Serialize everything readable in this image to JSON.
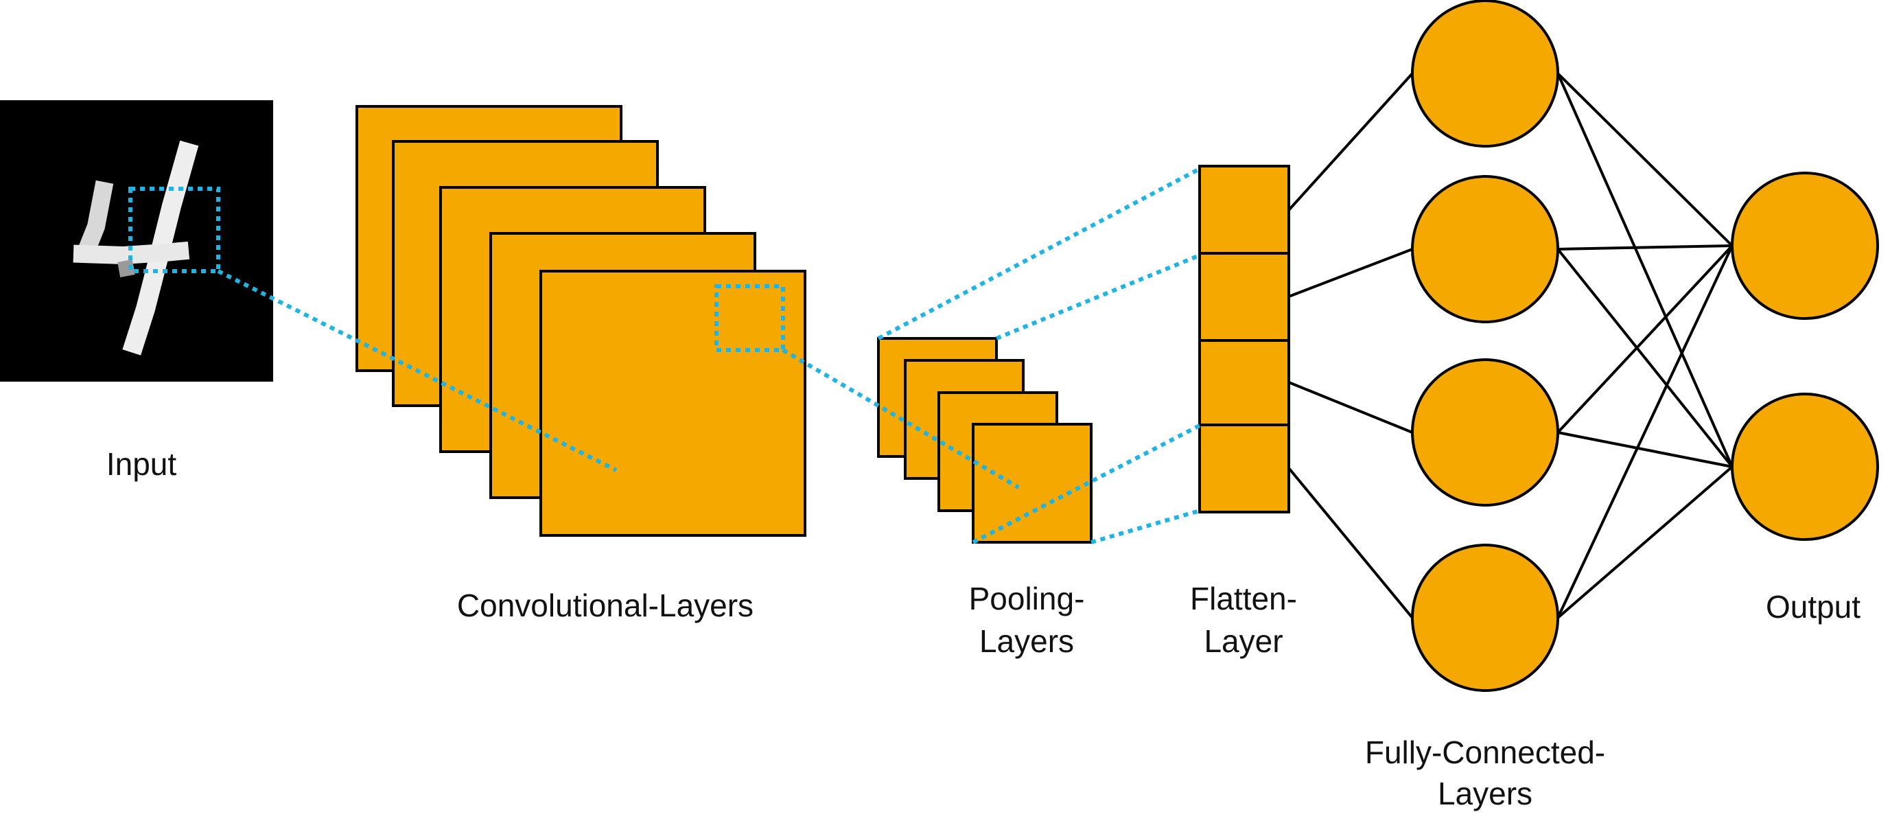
{
  "labels": {
    "input": "Input",
    "conv_layers": "Convolutional-Layers",
    "pooling_line1": "Pooling-",
    "pooling_line2": "Layers",
    "flatten_line1": "Flatten-",
    "flatten_line2": "Layer",
    "fc_line1": "Fully-Connected-",
    "fc_line2": "Layers",
    "output": "Output"
  },
  "colors": {
    "layer_fill": "#F5A800",
    "connector_dotted": "#1EB4E6",
    "outline": "#000000",
    "input_background": "#000000"
  },
  "structure": {
    "conv_feature_maps": 5,
    "pooling_feature_maps": 4,
    "flatten_units": 4,
    "hidden_neurons": 4,
    "output_neurons": 2
  }
}
